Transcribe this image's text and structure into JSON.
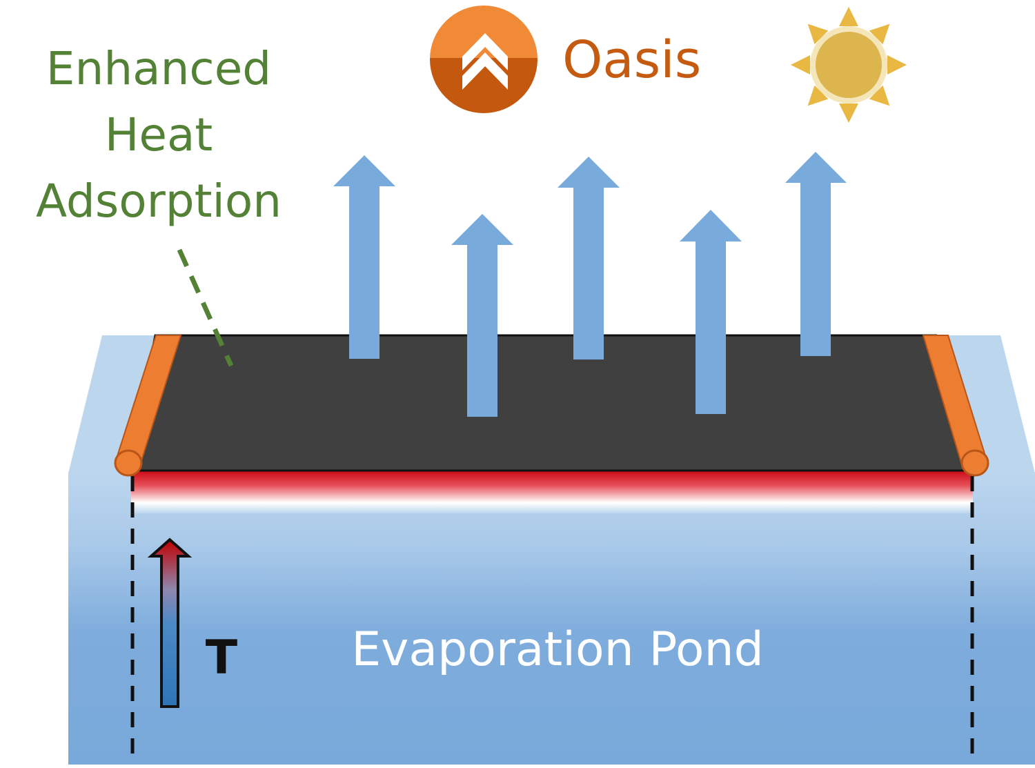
{
  "labels": {
    "enhanced_line1": "Enhanced",
    "enhanced_line2": "Heat",
    "enhanced_line3": "Adsorption",
    "brand": "Oasis",
    "pond": "Evaporation Pond",
    "temperature": "T"
  },
  "colors": {
    "background": "#ffffff",
    "pond_light": "#bcd6ee",
    "pond_dark": "#78a9da",
    "mat": "#404040",
    "mat_edge": "#111111",
    "heat_red": "#cc0a14",
    "float_orange": "#ed7d31",
    "float_stroke": "#b85518",
    "vapor_blue": "#78aadb",
    "text_green": "#538135",
    "brand_orange": "#c55a11",
    "logo_top": "#f08a37",
    "logo_bottom": "#c4580f",
    "sun_fill": "#dcb54e",
    "sun_ray": "#e9b843",
    "pond_text": "#ffffff"
  },
  "icons": {
    "logo": "double-chevron-up-icon",
    "sun": "sun-icon",
    "thermometer": "temperature-arrow-icon"
  }
}
